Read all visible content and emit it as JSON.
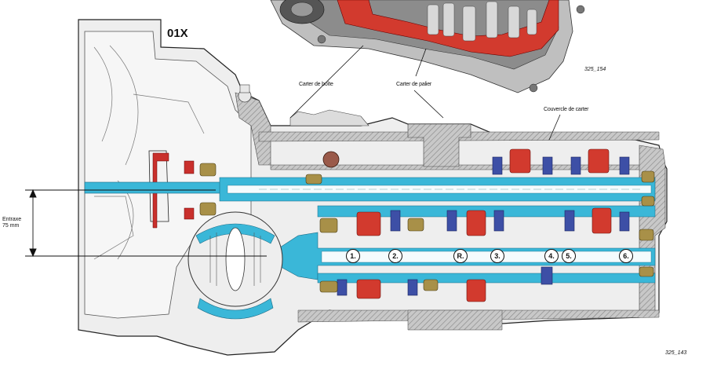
{
  "diagram": {
    "title": "01X",
    "callouts": {
      "carter_boite": "Carter de boîte",
      "carter_palier": "Carter de palier",
      "couvercle": "Couvercle de carter"
    },
    "entraxe_label": "Entraxe",
    "entraxe_value": "75 mm",
    "ref_top": "325_154",
    "ref_bottom": "325_143",
    "gear_labels": [
      "1.",
      "2.",
      "R.",
      "3.",
      "4.",
      "5.",
      "6."
    ],
    "colors": {
      "shaft_cyan": "#3ab7d8",
      "gear_red": "#d23a2e",
      "synchro_blue": "#3d4fa6",
      "bearing_brass": "#a89048",
      "housing_grey": "#9a9a9a",
      "housing_light": "#d9d9d9"
    }
  }
}
